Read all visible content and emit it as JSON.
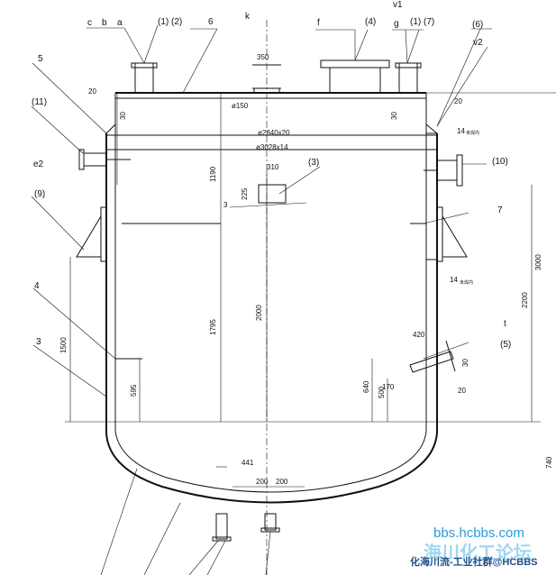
{
  "labels": {
    "c": "c",
    "b": "b",
    "a": "a",
    "p1_2": "(1) (2)",
    "n6": "6",
    "k": "k",
    "f": "f",
    "p4": "(4)",
    "v1": "v1",
    "g": "g",
    "p1_7": "(1) (7)",
    "p6": "(6)",
    "v2": "v2",
    "n5": "5",
    "p11": "(11)",
    "e2": "e2",
    "p9": "(9)",
    "p3": "(3)",
    "p10": "(10)",
    "n7": "7",
    "n4": "4",
    "n3": "3",
    "t": "t",
    "p5": "(5)",
    "n3b": "3",
    "n14a": "14",
    "n14b": "14",
    "weld_a": "未焊内",
    "weld_b": "未焊内"
  },
  "dims": {
    "d350": "350",
    "d20a": "20",
    "d20b": "20",
    "d20c": "20",
    "d30a": "30",
    "d30b": "30",
    "d150": "ø150",
    "dplate": "ø2840x20",
    "dshell": "ø3028x14",
    "d310": "310",
    "d225": "225",
    "d1190": "1190",
    "d1795": "1795",
    "d2000": "2000",
    "d1500": "1500",
    "d595": "595",
    "d3000": "3000",
    "d2200": "2200",
    "d420": "420",
    "d640": "640",
    "d500": "500",
    "d170": "170",
    "d30c": "30",
    "d740": "740",
    "d441": "441",
    "d200a": "200",
    "d200b": "200"
  },
  "watermark": {
    "url": "bbs.hcbbs.com",
    "brand": "海川化工论坛",
    "footer": "化海川流-工业社群@HCBBS"
  }
}
